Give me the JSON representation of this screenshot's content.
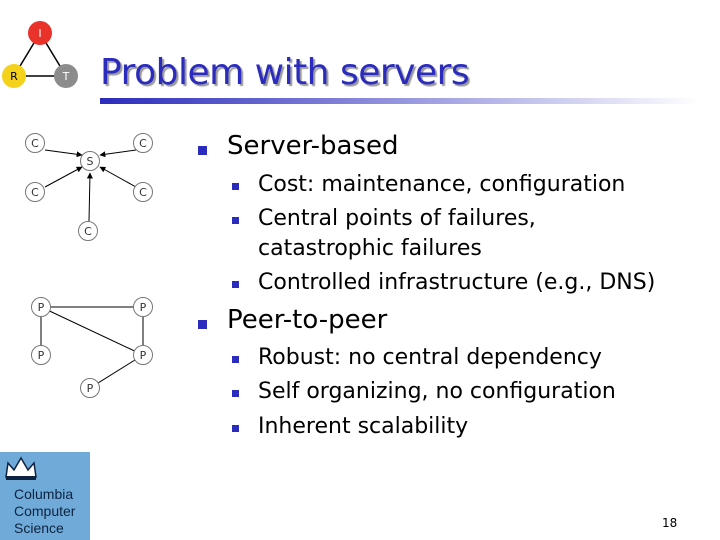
{
  "slide": {
    "title": "Problem with servers",
    "page_number": "18"
  },
  "logo_nodes": {
    "top": "I",
    "left": "R",
    "right": "T"
  },
  "logo": {
    "text": "Columbia\nComputer\nScience"
  },
  "server_diagram": {
    "client_label": "C",
    "server_label": "S"
  },
  "p2p_diagram": {
    "peer_label": "P"
  },
  "bullets": {
    "server_based": {
      "heading": "Server-based",
      "items": [
        "Cost: maintenance, configuration",
        "Central points of failures, catastrophic failures",
        "Controlled infrastructure (e.g., DNS)"
      ]
    },
    "peer_to_peer": {
      "heading": "Peer-to-peer",
      "items": [
        "Robust: no central dependency",
        "Self organizing, no configuration",
        "Inherent scalability"
      ]
    }
  },
  "colors": {
    "title": "#2b2bbd",
    "bullet": "#2b2bbd",
    "logo_top": "#e8322a",
    "logo_left": "#f4d21c",
    "logo_right": "#8c8c8c",
    "logo_bg": "#6faad8"
  }
}
